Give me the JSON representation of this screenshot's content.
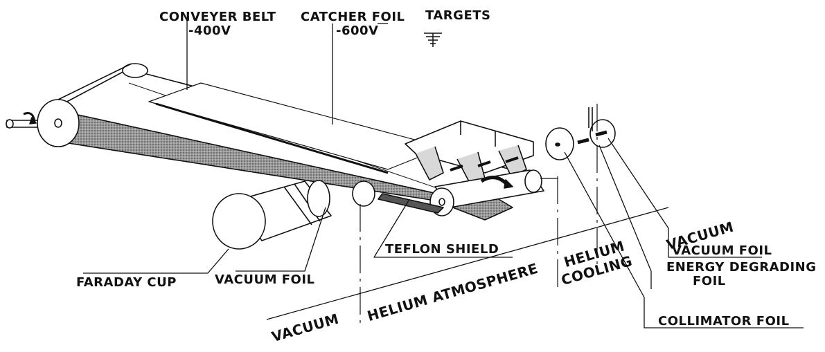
{
  "labels": {
    "conveyer_belt": "CONVEYER BELT",
    "conveyer_voltage": "-400V",
    "catcher_foil": "CATCHER FOIL",
    "catcher_voltage": "-600V",
    "targets": "TARGETS",
    "teflon_shield": "TEFLON SHIELD",
    "faraday_cup": "FARADAY CUP",
    "vacuum_foil_left": "VACUUM FOIL",
    "vacuum_left": "VACUUM",
    "helium_atmosphere": "HELIUM ATMOSPHERE",
    "helium_cooling_1": "HELIUM",
    "helium_cooling_2": "COOLING",
    "vacuum_right": "VACUUM",
    "vacuum_foil_right": "VACUUM FOIL",
    "energy_degrading_1": "ENERGY DEGRADING",
    "energy_degrading_2": "FOIL",
    "collimator_foil": "COLLIMATOR FOIL"
  },
  "colors": {
    "ink": "#111111",
    "shade": "#8a8a8a",
    "paper": "#ffffff"
  }
}
